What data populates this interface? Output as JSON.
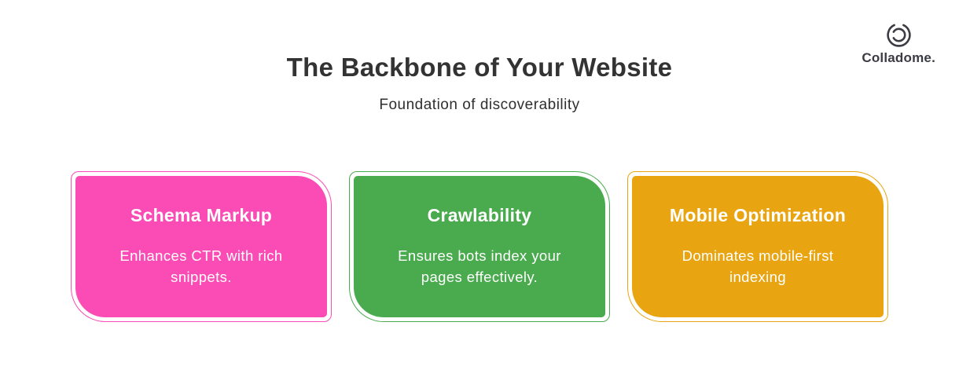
{
  "page": {
    "background": "#ffffff",
    "title_color": "#333333"
  },
  "header": {
    "title": "The Backbone of Your Website",
    "subtitle": "Foundation of discoverability"
  },
  "logo": {
    "name": "Colladome.",
    "icon": "colladome-spiral-icon",
    "color": "#3b3b44"
  },
  "cards": [
    {
      "title": "Schema Markup",
      "description": "Enhances CTR with rich snippets.",
      "color": "#fb4bb5"
    },
    {
      "title": "Crawlability",
      "description": "Ensures bots index your pages effectively.",
      "color": "#4aaa4e"
    },
    {
      "title": "Mobile Optimization",
      "description": "Dominates mobile-first indexing",
      "color": "#e9a511"
    }
  ]
}
